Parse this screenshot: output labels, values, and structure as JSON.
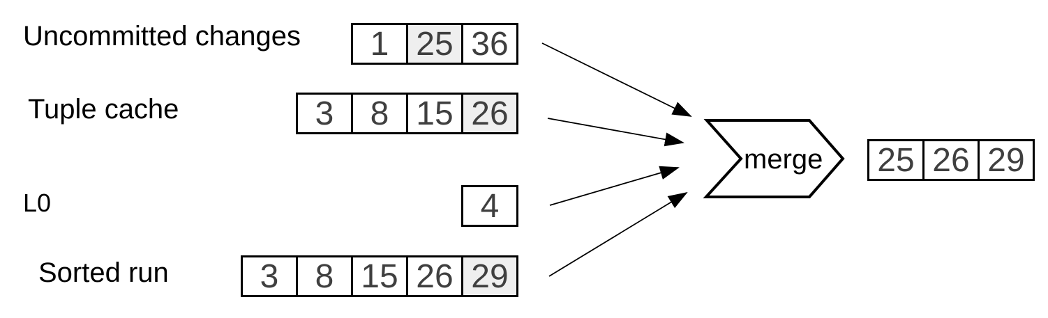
{
  "diagram": {
    "rows": [
      {
        "label": "Uncommitted changes",
        "cells": [
          {
            "value": "1",
            "highlighted": false
          },
          {
            "value": "25",
            "highlighted": true
          },
          {
            "value": "36",
            "highlighted": false
          }
        ]
      },
      {
        "label": "Tuple cache",
        "cells": [
          {
            "value": "3",
            "highlighted": false
          },
          {
            "value": "8",
            "highlighted": false
          },
          {
            "value": "15",
            "highlighted": false
          },
          {
            "value": "26",
            "highlighted": true
          }
        ]
      },
      {
        "label": "L0",
        "cells": [
          {
            "value": "4",
            "highlighted": false
          }
        ]
      },
      {
        "label": "Sorted run",
        "cells": [
          {
            "value": "3",
            "highlighted": false
          },
          {
            "value": "8",
            "highlighted": false
          },
          {
            "value": "15",
            "highlighted": false
          },
          {
            "value": "26",
            "highlighted": false
          },
          {
            "value": "29",
            "highlighted": true
          }
        ]
      }
    ],
    "merge": {
      "label": "merge"
    },
    "output": {
      "cells": [
        {
          "value": "25"
        },
        {
          "value": "26"
        },
        {
          "value": "29"
        }
      ]
    },
    "arrows": [
      {
        "from": "Uncommitted changes",
        "to": "merge"
      },
      {
        "from": "Tuple cache",
        "to": "merge"
      },
      {
        "from": "L0",
        "to": "merge"
      },
      {
        "from": "Sorted run",
        "to": "merge"
      }
    ],
    "colors": {
      "highlight_fill": "#efefef",
      "cell_fill": "#ffffff",
      "border": "#000000",
      "cell_text": "#3f3f3f",
      "label_text": "#000000"
    }
  }
}
